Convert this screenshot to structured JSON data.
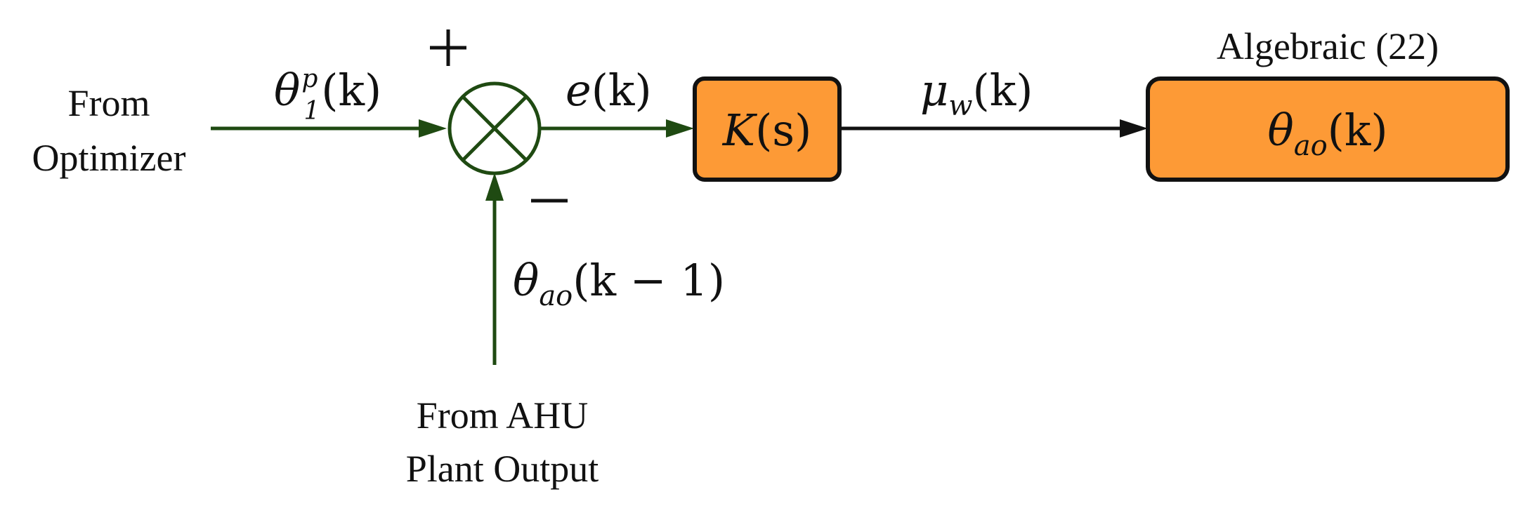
{
  "colors": {
    "signal_line": "#1f4a12",
    "plant_line": "#111111",
    "block_fill": "#fd9a36",
    "block_border": "#111111",
    "text": "#111111"
  },
  "labels": {
    "from_optimizer": [
      "From",
      "Optimizer"
    ],
    "from_ahu": [
      "From AHU",
      "Plant Output"
    ],
    "algebraic": "Algebraic (22)"
  },
  "summing_junction": {
    "plus_sign": "+",
    "minus_sign": "−"
  },
  "signals": {
    "theta_ref": {
      "base": "θ",
      "sup": "p",
      "sub": "1",
      "arg": "(k)"
    },
    "error": {
      "base": "e",
      "arg": "(k)"
    },
    "control": {
      "base": "μ",
      "sub": "w",
      "arg": "(k)"
    },
    "feedback": {
      "base": "θ",
      "sub": "ao",
      "arg": "(k − 1)"
    }
  },
  "blocks": {
    "controller": {
      "base": "K",
      "arg": "(s)"
    },
    "plant": {
      "base": "θ",
      "sub": "ao",
      "arg": "(k)"
    }
  }
}
